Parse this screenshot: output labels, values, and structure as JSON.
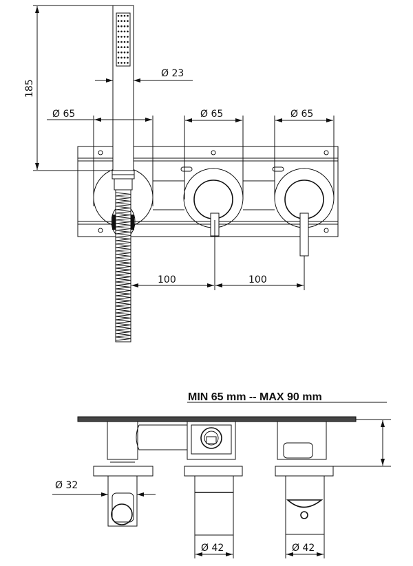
{
  "top_view": {
    "height_dim": "185",
    "shower_diameter": "Ø 23",
    "rosette_left_diameter": "Ø 65",
    "rosette_mid_diameter": "Ø 65",
    "rosette_right_diameter": "Ø 65",
    "spacing_1": "100",
    "spacing_2": "100"
  },
  "side_view": {
    "depth_range": "MIN 65  mm -- MAX 90  mm",
    "handle_diameter": "Ø  32",
    "lever1_diameter": "Ø 42",
    "lever2_diameter": "Ø 42"
  },
  "colors": {
    "line": "#111111",
    "background": "#ffffff"
  }
}
